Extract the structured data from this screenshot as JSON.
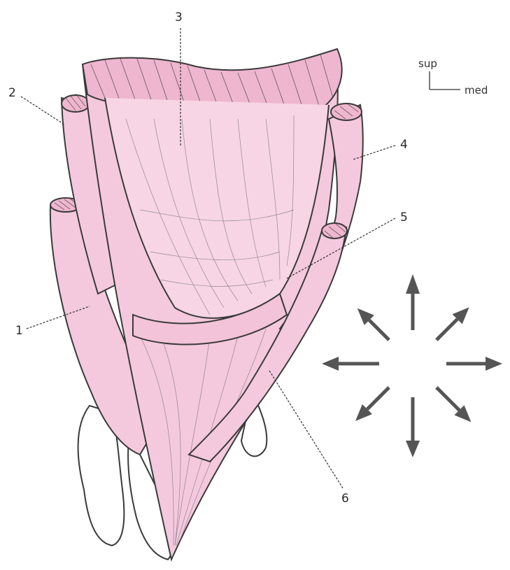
{
  "labels": {
    "l1": "1",
    "l2": "2",
    "l3": "3",
    "l4": "4",
    "l5": "5",
    "l6": "6"
  },
  "orientation": {
    "superior": "sup",
    "medial": "med"
  },
  "colors": {
    "muscle": "#f4c9dd",
    "outline": "#3a3a3a",
    "arrow": "#555555"
  },
  "arrows": {
    "count": 8,
    "directions": [
      "up",
      "up-right",
      "right",
      "down-right",
      "down",
      "down-left",
      "left",
      "up-left"
    ]
  }
}
